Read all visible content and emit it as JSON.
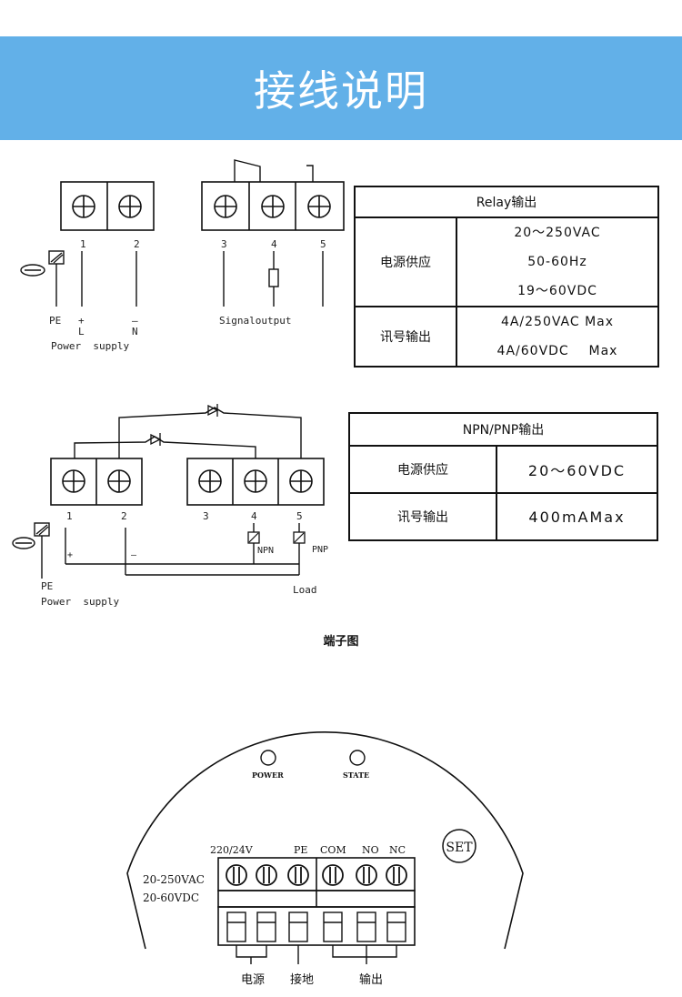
{
  "banner": {
    "title": "接线说明"
  },
  "relay_wiring": {
    "terminal_numbers": [
      "1",
      "2",
      "3",
      "4",
      "5"
    ],
    "pe_label": "PE",
    "plus_label": "+",
    "minus_label": "–",
    "l_label": "L",
    "n_label": "N",
    "power_supply_label": "Power  supply",
    "signal_output_label": "Signaloutput"
  },
  "relay_table": {
    "header": "Relay输出",
    "row1_label": "电源供应",
    "row1_values": [
      "20～250VAC",
      "50-60Hz",
      "19～60VDC"
    ],
    "row2_label": "讯号输出",
    "row2_values": [
      "4A/250VAC Max",
      "4A/60VDC    Max"
    ]
  },
  "npn_wiring": {
    "terminal_numbers": [
      "1",
      "2",
      "3",
      "4",
      "5"
    ],
    "plus_label": "+",
    "minus_label": "–",
    "npn_label": "NPN",
    "pnp_label": "PNP",
    "pe_label": "PE",
    "power_supply_label": "Power  supply",
    "load_label": "Load"
  },
  "npn_table": {
    "header": "NPN/PNP输出",
    "row1_label": "电源供应",
    "row1_value": "20～60VDC",
    "row2_label": "讯号输出",
    "row2_value": "400mAMax"
  },
  "terminal_caption": "端子图",
  "terminal_panel": {
    "power_led_label": "POWER",
    "state_led_label": "STATE",
    "set_button_label": "SET",
    "voltage_label": "220/24V",
    "pe_label": "PE",
    "com_label": "COM",
    "no_label": "NO",
    "nc_label": "NC",
    "ac_range": "20-250VAC",
    "dc_range": "20-60VDC",
    "power_label": "电源",
    "ground_label": "接地",
    "output_label": "输出"
  }
}
